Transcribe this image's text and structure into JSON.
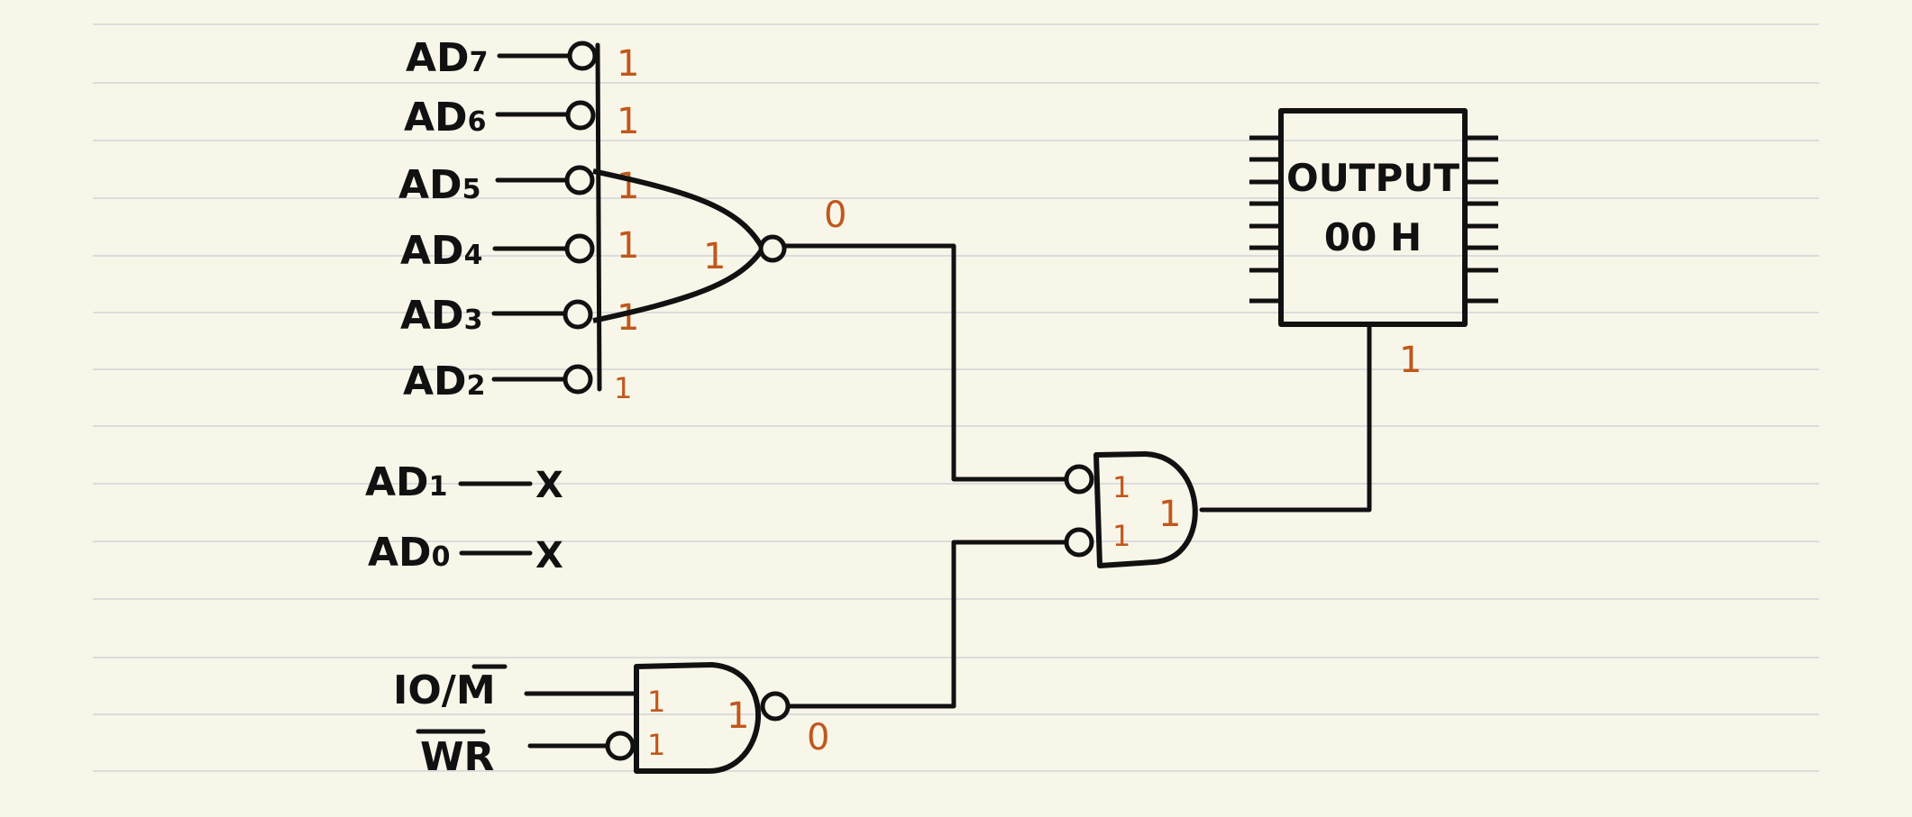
{
  "address_inputs": [
    {
      "base": "AD",
      "index": "7",
      "level": "1"
    },
    {
      "base": "AD",
      "index": "6",
      "level": "1"
    },
    {
      "base": "AD",
      "index": "5",
      "level": "1"
    },
    {
      "base": "AD",
      "index": "4",
      "level": "1"
    },
    {
      "base": "AD",
      "index": "3",
      "level": "1"
    },
    {
      "base": "AD",
      "index": "2",
      "level": "1"
    }
  ],
  "dont_care_inputs": [
    {
      "base": "AD",
      "index": "1",
      "mark": "X"
    },
    {
      "base": "AD",
      "index": "0",
      "mark": "X"
    }
  ],
  "control_inputs": {
    "io_m": {
      "main": "IO/",
      "overbar": "M",
      "level": "1"
    },
    "wr": {
      "overbar": "WR",
      "level": "1"
    }
  },
  "nand_address": {
    "internal_level": "1",
    "output_level": "0"
  },
  "nand_control": {
    "internal_level": "1",
    "output_level": "0"
  },
  "and_final": {
    "input_levels": [
      "1",
      "1"
    ],
    "internal_level": "1"
  },
  "output_chip": {
    "line1": "OUTPUT",
    "line2": "00 H",
    "enable_level": "1"
  },
  "colors": {
    "ink": "#111111",
    "annotation": "#c0571c",
    "paper": "#f8f6e9",
    "rule": "#dcdcdc"
  }
}
